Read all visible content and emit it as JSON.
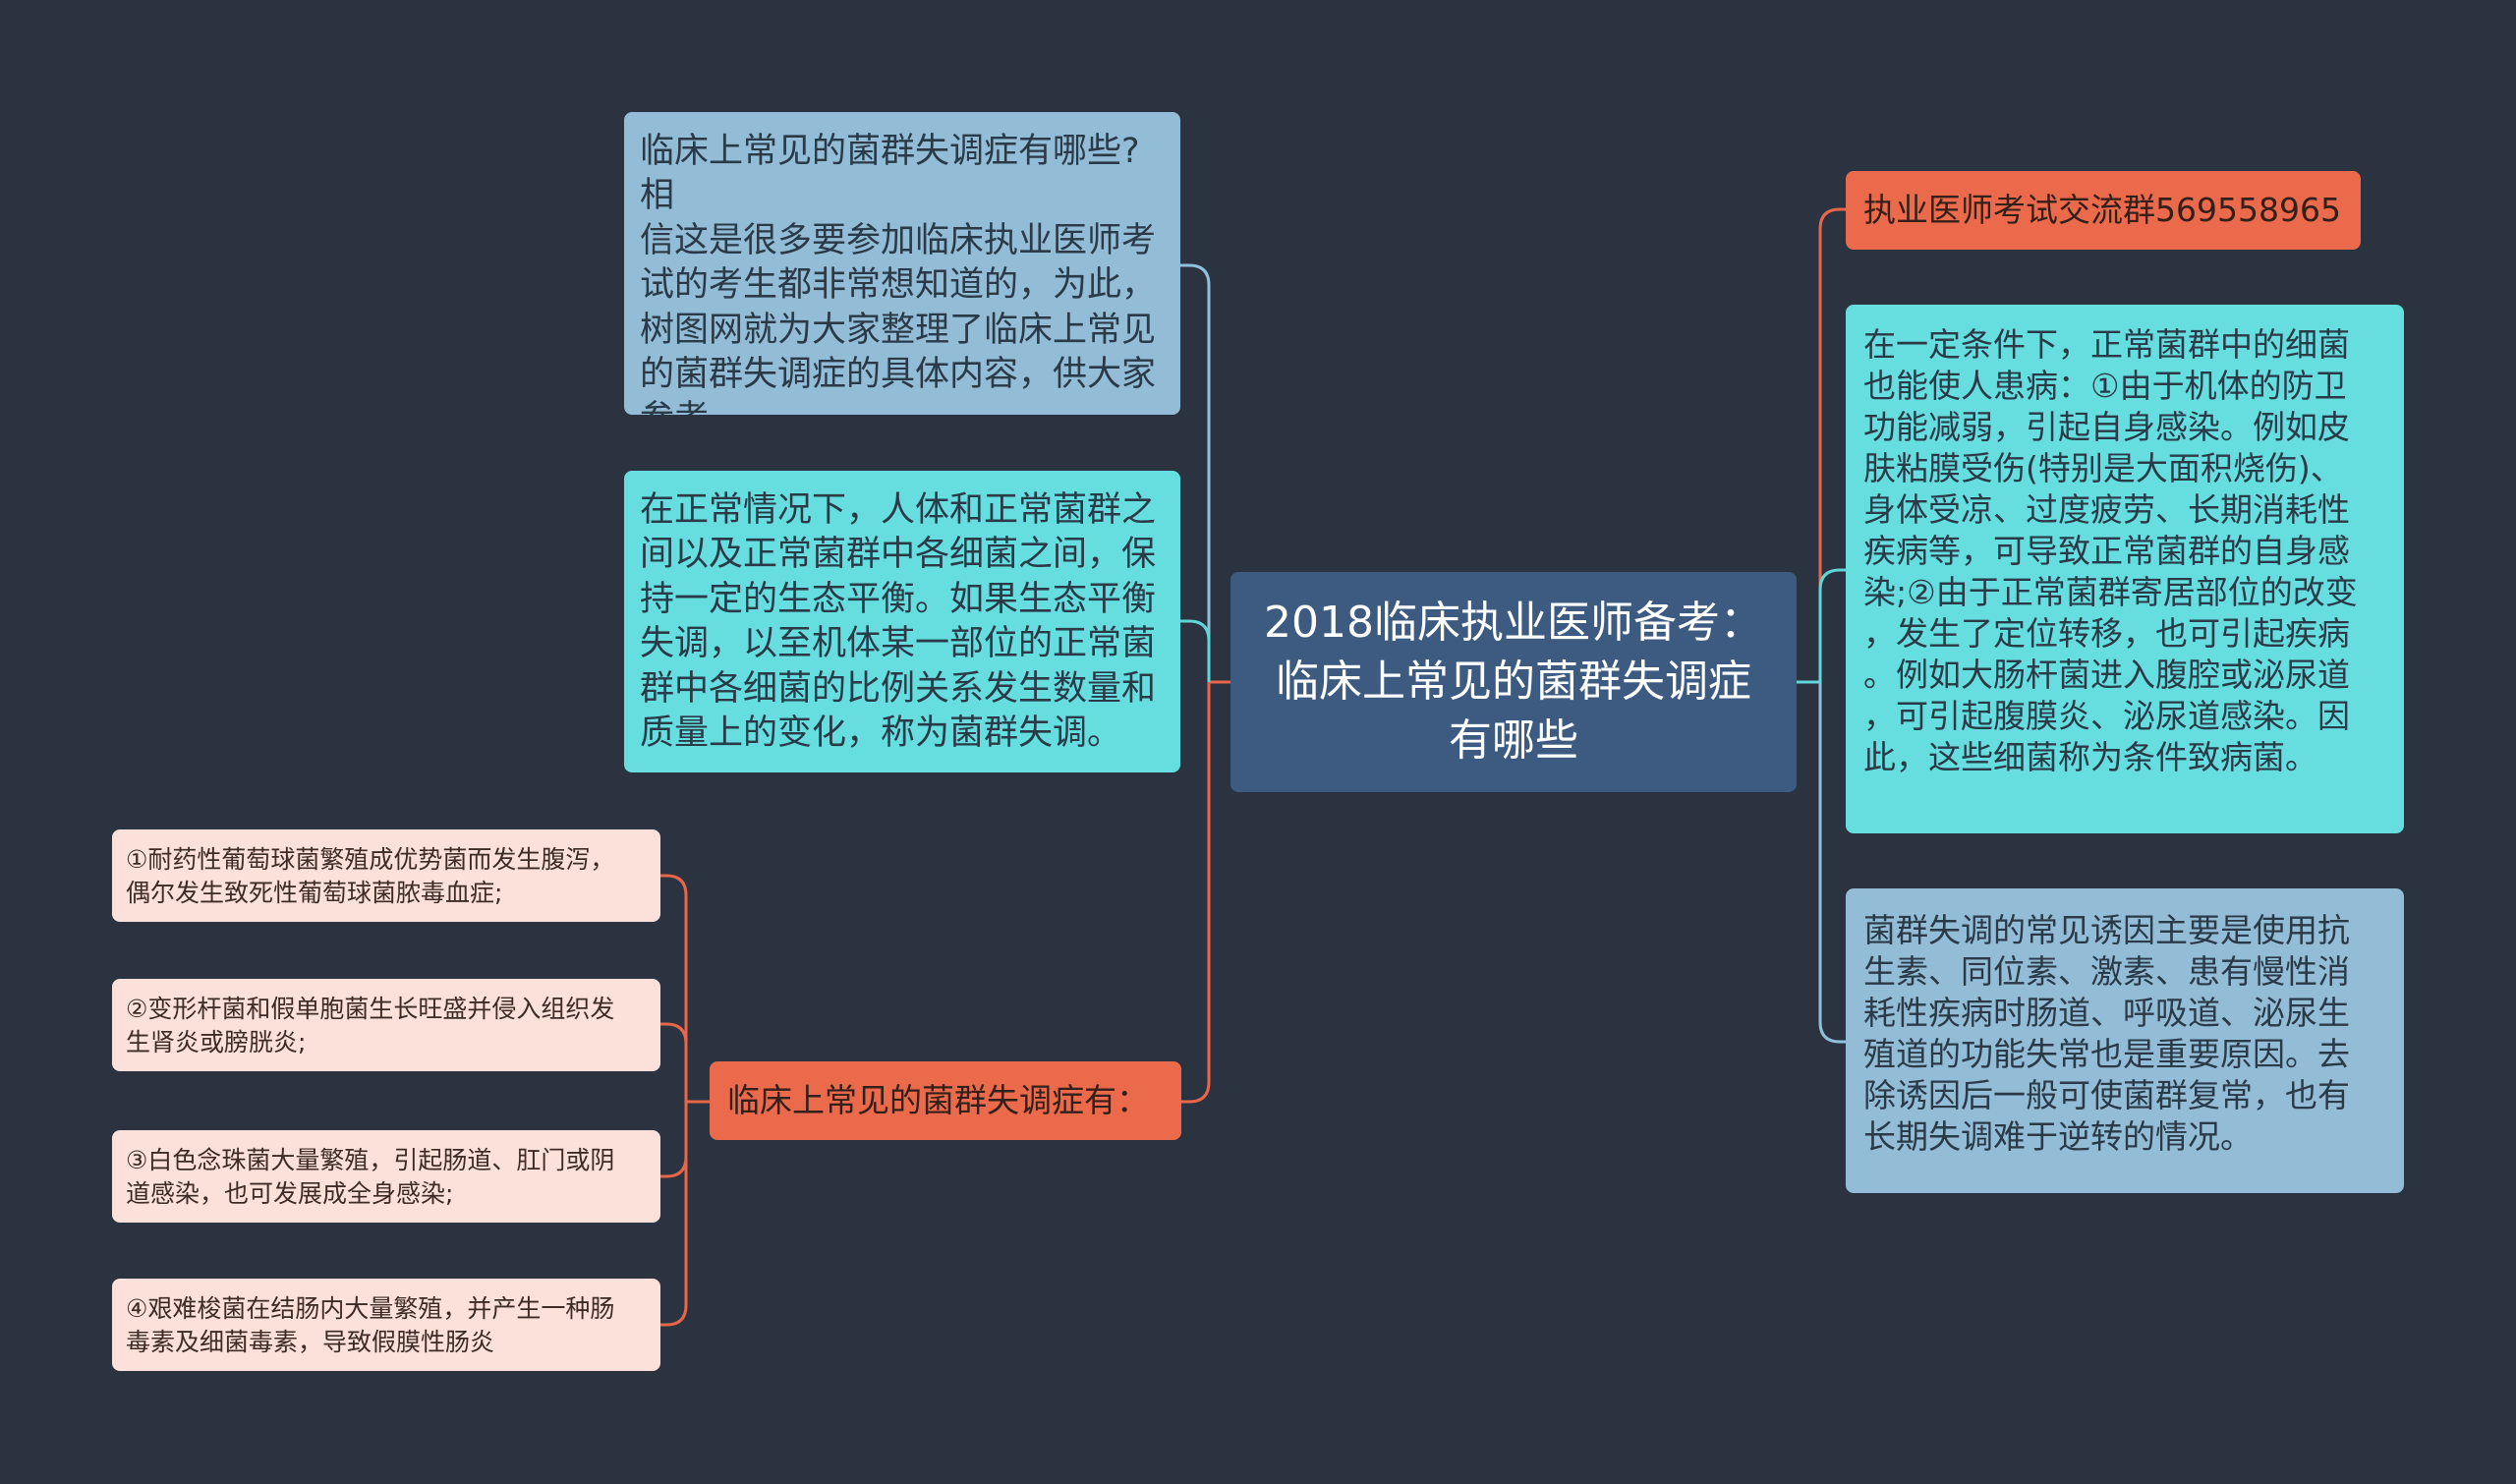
{
  "root": {
    "label": "2018临床执业医师备考：\n临床上常见的菌群失调症\n有哪些"
  },
  "left": {
    "intro": "临床上常见的菌群失调症有哪些?相\n信这是很多要参加临床执业医师考\n试的考生都非常想知道的，为此，\n树图网就为大家整理了临床上常见\n的菌群失调症的具体内容，供大家\n参考。",
    "definition": "在正常情况下，人体和正常菌群之\n间以及正常菌群中各细菌之间，保\n持一定的生态平衡。如果生态平衡\n失调，以至机体某一部位的正常菌\n群中各细菌的比例关系发生数量和\n质量上的变化，称为菌群失调。",
    "types_label": "临床上常见的菌群失调症有：",
    "types": [
      "①耐药性葡萄球菌繁殖成优势菌而发生腹泻，\n偶尔发生致死性葡萄球菌脓毒血症;",
      "②变形杆菌和假单胞菌生长旺盛并侵入组织发\n生肾炎或膀胱炎;",
      "③白色念珠菌大量繁殖，引起肠道、肛门或阴\n道感染，也可发展成全身感染;",
      "④艰难梭菌在结肠内大量繁殖，并产生一种肠\n毒素及细菌毒素，导致假膜性肠炎"
    ]
  },
  "right": {
    "group": "执业医师考试交流群569558965",
    "conditional": "在一定条件下，正常菌群中的细菌\n也能使人患病：①由于机体的防卫\n功能减弱，引起自身感染。例如皮\n肤粘膜受伤(特别是大面积烧伤)、\n身体受凉、过度疲劳、长期消耗性\n疾病等，可导致正常菌群的自身感\n染;②由于正常菌群寄居部位的改变\n，发生了定位转移，也可引起疾病\n。例如大肠杆菌进入腹腔或泌尿道\n，可引起腹膜炎、泌尿道感染。因\n此，这些细菌称为条件致病菌。",
    "causes": "菌群失调的常见诱因主要是使用抗\n生素、同位素、激素、患有慢性消\n耗性疾病时肠道、呼吸道、泌尿生\n殖道的功能失常也是重要原因。去\n除诱因后一般可使菌群复常，也有\n长期失调难于逆转的情况。"
  },
  "colors": {
    "background": "#2b3340",
    "root": "#3d5a80",
    "blue_node": "#93bcd6",
    "cyan_node": "#66dee0",
    "orange_node": "#ec6a4c",
    "pink_node": "#fbe1d9",
    "blue_link": "#8fc0dc",
    "cyan_link": "#5fd6da",
    "orange_link": "#e8674a"
  }
}
